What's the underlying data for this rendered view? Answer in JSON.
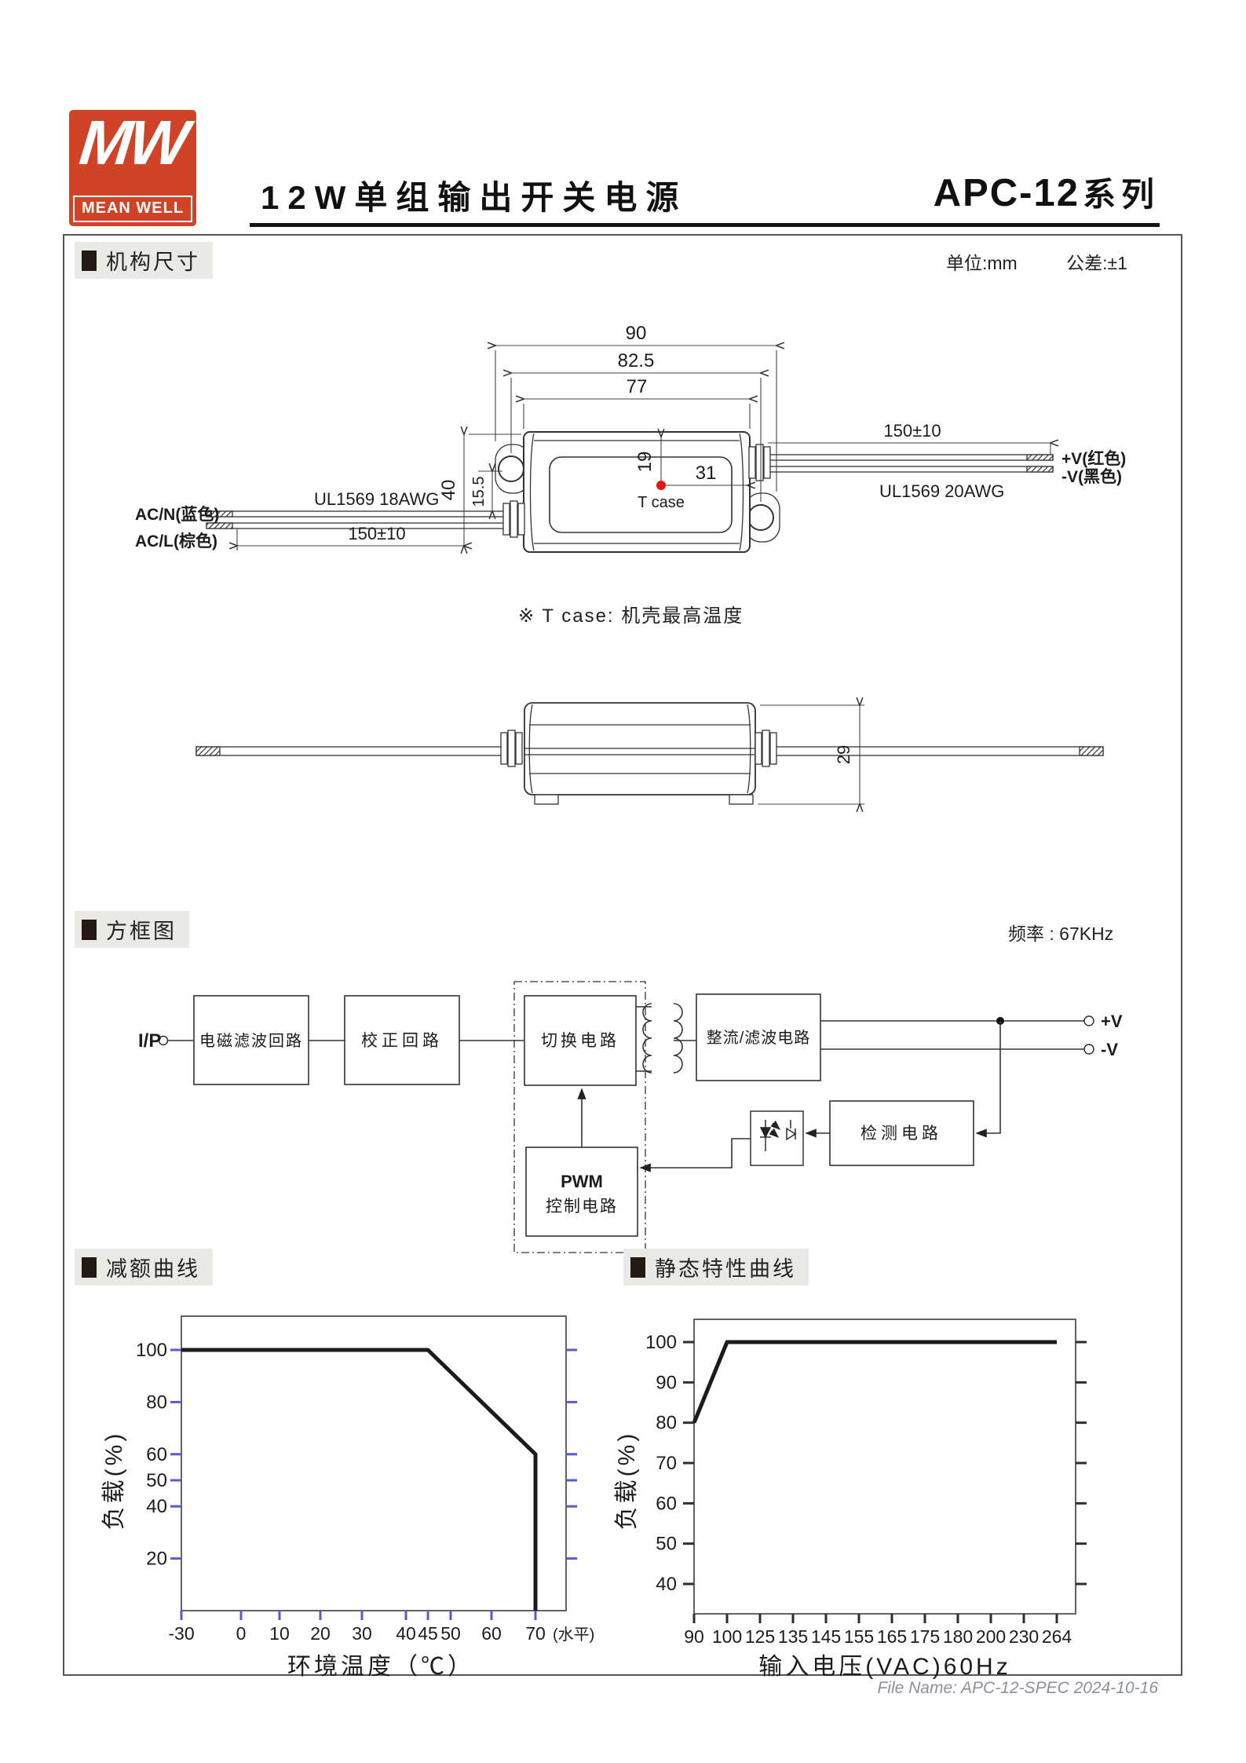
{
  "header": {
    "logo_mw": "MW",
    "logo_brand": "MEAN WELL",
    "title": "12W单组输出开关电源",
    "series": "APC-12",
    "series_suffix": "系列"
  },
  "meta": {
    "unit": "单位:mm",
    "tolerance": "公差:±1",
    "frequency": "频率 : 67KHz"
  },
  "section_titles": {
    "mechanical": "机构尺寸",
    "block": "方框图",
    "derating": "减额曲线",
    "static": "静态特性曲线"
  },
  "mechanical": {
    "dims": {
      "overall_width": "90",
      "hole_pitch": "82.5",
      "body_width": "77",
      "body_height": "40",
      "hole_offset": "15.5",
      "tcase_y": "19",
      "tcase_x": "31",
      "side_height": "29",
      "input_lead": "150±10",
      "output_lead": "150±10"
    },
    "labels": {
      "ac_n": "AC/N(蓝色)",
      "ac_l": "AC/L(棕色)",
      "input_wire": "UL1569  18AWG",
      "output_wire": "UL1569  20AWG",
      "v_plus": "+V(红色)",
      "v_minus": "-V(黑色)",
      "tcase": "T case",
      "note": "※ T case: 机壳最高温度"
    }
  },
  "block_diagram": {
    "input": "I/P",
    "emi": "电磁滤波回路",
    "correction": "校正回路",
    "switching": "切换电路",
    "rectify": "整流/滤波电路",
    "pwm1": "PWM",
    "pwm2": "控制电路",
    "detect": "检测电路",
    "v_plus": "+V",
    "v_minus": "-V"
  },
  "chart_data": [
    {
      "type": "line",
      "title": "减额曲线",
      "xlabel": "环境温度（℃）",
      "ylabel": "负载(%)",
      "x_suffix": "(水平)",
      "xticks": [
        -30,
        0,
        10,
        20,
        30,
        40,
        45,
        50,
        60,
        70
      ],
      "yticks": [
        100,
        80,
        60,
        50,
        40,
        20
      ],
      "xlim": [
        -30,
        75
      ],
      "ylim": [
        0,
        113
      ],
      "grid": false,
      "legend_position": "none",
      "series": [
        {
          "name": "负载",
          "points": [
            [
              -30,
              100
            ],
            [
              45,
              100
            ],
            [
              70,
              60
            ],
            [
              70,
              0
            ]
          ]
        }
      ]
    },
    {
      "type": "line",
      "title": "静态特性曲线",
      "xlabel": "输入电压(VAC)60Hz",
      "ylabel": "负载(%)",
      "xticks": [
        90,
        100,
        125,
        135,
        145,
        155,
        165,
        175,
        180,
        200,
        230,
        264
      ],
      "yticks": [
        100,
        90,
        80,
        70,
        60,
        50,
        40
      ],
      "xlim": [
        90,
        270
      ],
      "ylim": [
        33,
        107
      ],
      "grid": false,
      "legend_position": "none",
      "series": [
        {
          "name": "负载",
          "points": [
            [
              90,
              80
            ],
            [
              100,
              100
            ],
            [
              264,
              100
            ]
          ]
        }
      ]
    }
  ],
  "footer": {
    "file_name": "File Name: APC-12-SPEC 2024-10-16"
  }
}
